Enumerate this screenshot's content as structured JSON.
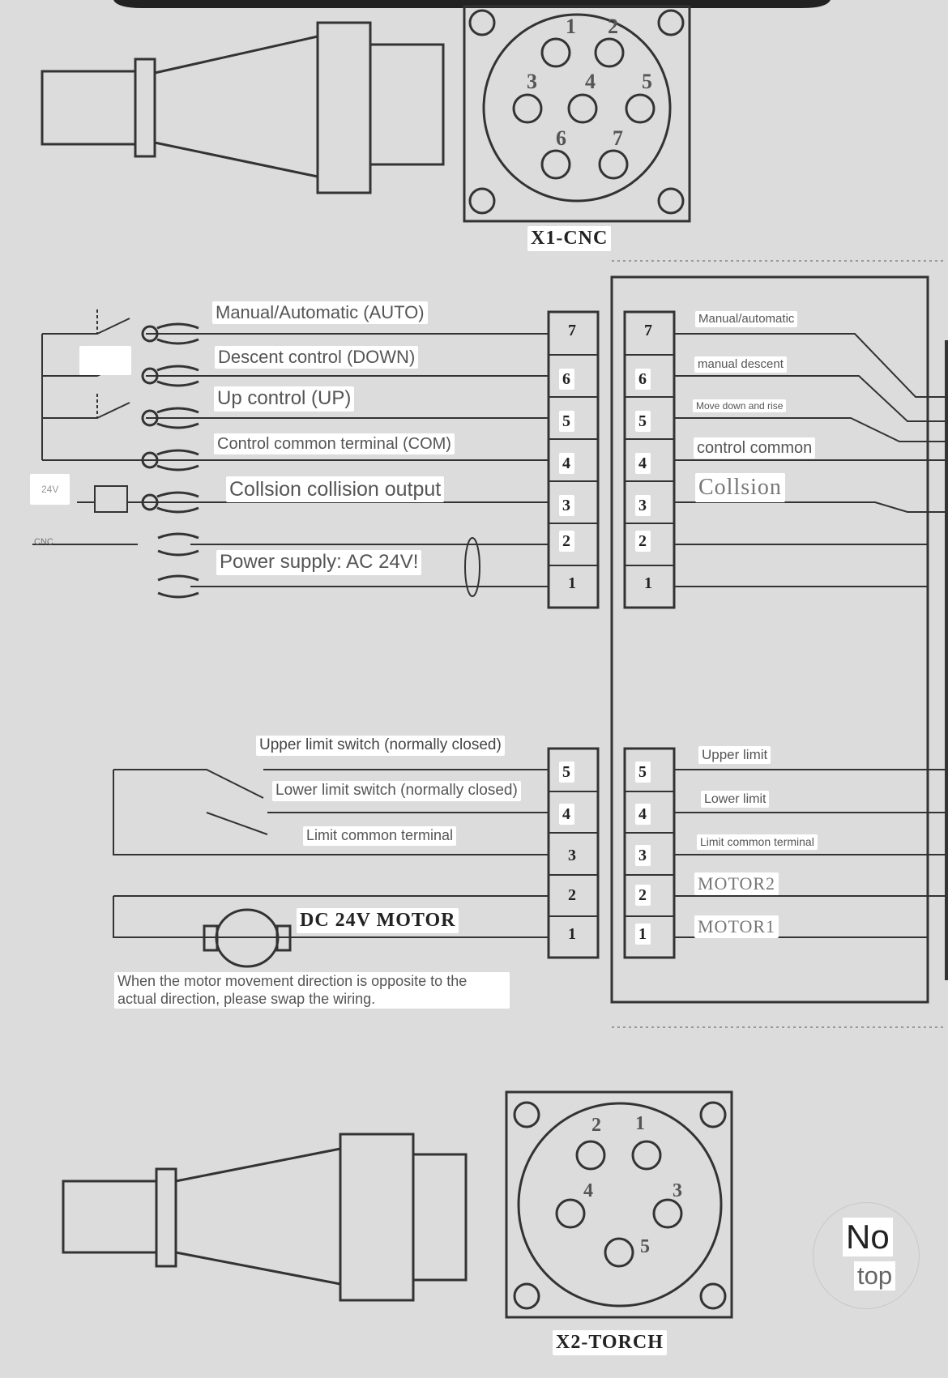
{
  "connectors": {
    "x1_title": "X1-CNC",
    "x1_pins": [
      "1",
      "2",
      "3",
      "4",
      "5",
      "6",
      "7"
    ],
    "x2_title": "X2-TORCH",
    "x2_pins": [
      "1",
      "2",
      "3",
      "4",
      "5"
    ]
  },
  "left_labels": {
    "auto": "Manual/Automatic (AUTO)",
    "down": "Descent control (DOWN)",
    "up": "Up control (UP)",
    "com": "Control common terminal (COM)",
    "collision": "Collsion collision output",
    "power": "Power supply: AC 24V!",
    "upper_limit": "Upper limit switch (normally closed)",
    "lower_limit": "Lower limit switch (normally closed)",
    "limit_common": "Limit common terminal",
    "motor": "DC 24V MOTOR",
    "note": "When the motor movement direction is opposite to the actual direction, please swap the wiring."
  },
  "right_labels": {
    "manual_auto": "Manual/automatic",
    "manual_descent": "manual descent",
    "move": "Move down and rise",
    "control_common": "control common",
    "collsion": "Collsion",
    "upper_limit": "Upper limit",
    "lower_limit": "Lower limit",
    "limit_common": "Limit common terminal",
    "motor2": "MOTOR2",
    "motor1": "MOTOR1"
  },
  "small_labels": {
    "v24": "24V",
    "cnc_input": "CNC"
  },
  "terminal_block_top": [
    "7",
    "6",
    "5",
    "4",
    "3",
    "2",
    "1"
  ],
  "terminal_block_bottom": [
    "5",
    "4",
    "3",
    "2",
    "1"
  ],
  "fab": {
    "no": "No",
    "top": "top"
  }
}
